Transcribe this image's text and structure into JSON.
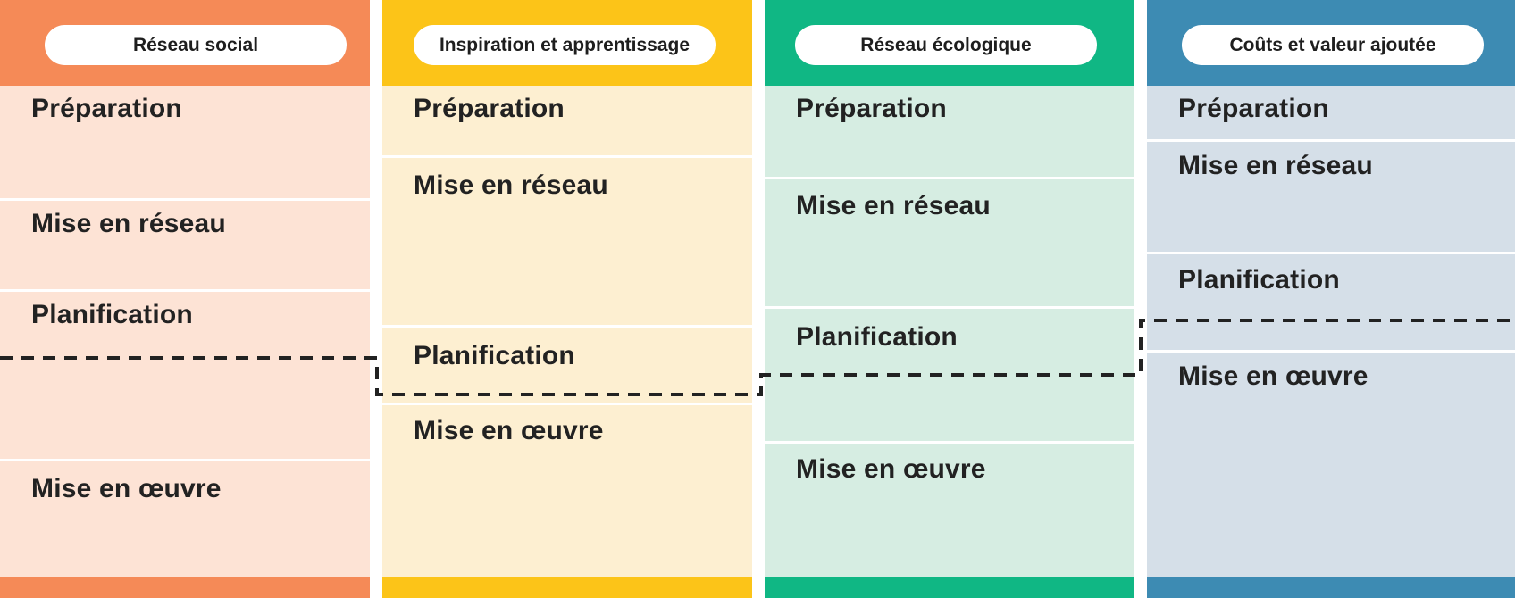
{
  "columns": [
    {
      "title": "Réseau social",
      "header_color": "#f58a57",
      "fill_color": "#fde3d5",
      "sections": [
        "Préparation",
        "Mise en réseau",
        "Planification",
        "Mise en œuvre"
      ]
    },
    {
      "title": "Inspiration et apprentissage",
      "header_color": "#fcc418",
      "fill_color": "#fdefd1",
      "sections": [
        "Préparation",
        "Mise en réseau",
        "Planification",
        "Mise en œuvre"
      ]
    },
    {
      "title": "Réseau écologique",
      "header_color": "#10b784",
      "fill_color": "#d6ede2",
      "sections": [
        "Préparation",
        "Mise en réseau",
        "Planification",
        "Mise en œuvre"
      ]
    },
    {
      "title": "Coûts et valeur ajoutée",
      "header_color": "#3d8bb3",
      "fill_color": "#d5dfe8",
      "sections": [
        "Préparation",
        "Mise en réseau",
        "Planification",
        "Mise en œuvre"
      ]
    }
  ]
}
